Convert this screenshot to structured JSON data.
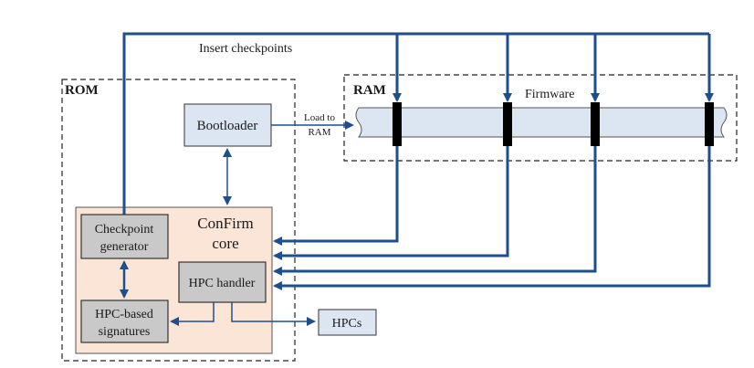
{
  "diagram": {
    "title_text": "Insert checkpoints",
    "rom_label": "ROM",
    "ram_label": "RAM",
    "firmware_label": "Firmware",
    "bootloader_label": "Bootloader",
    "load_to_label_1": "Load to",
    "load_to_label_2": "RAM",
    "confirm_core_label_1": "ConFirm",
    "confirm_core_label_2": "core",
    "checkpoint_generator_label_1": "Checkpoint",
    "checkpoint_generator_label_2": "generator",
    "hpc_handler_label": "HPC handler",
    "hpc_signatures_label_1": "HPC-based",
    "hpc_signatures_label_2": "signatures",
    "hpcs_label": "HPCs"
  },
  "colors": {
    "arrow": "#1f4e8c",
    "box_fill": "#c9c9c9",
    "core_fill": "#fbe5d6",
    "bootloader_fill": "#dce6f2",
    "firmware_fill": "#dce6f2",
    "marker": "#000000"
  }
}
